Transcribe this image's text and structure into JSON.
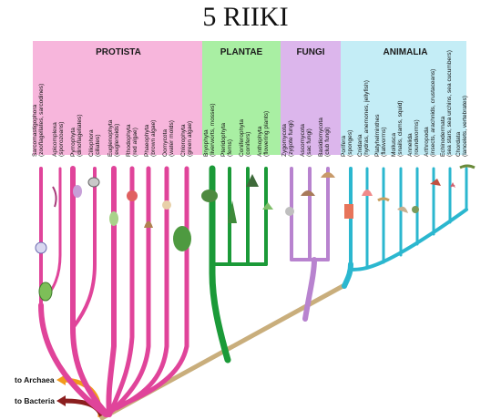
{
  "title": "5 RIIKI",
  "kingdoms": [
    {
      "name": "PROTISTA",
      "color": "#f7b6dc",
      "branch": "#e0449a"
    },
    {
      "name": "PLANTAE",
      "color": "#a9efa3",
      "branch": "#1b9a38"
    },
    {
      "name": "FUNGI",
      "color": "#dcb6ec",
      "branch": "#b883cf"
    },
    {
      "name": "ANIMALIA",
      "color": "#c4edf6",
      "branch": "#2bb7cf"
    }
  ],
  "phyla": {
    "protista": [
      {
        "name": "Sarcomastigophora",
        "sub": "(zooflagellates, sarcodines)"
      },
      {
        "name": "Apicomplexa",
        "sub": "(sporozoans)"
      },
      {
        "name": "Pyrrophyta",
        "sub": "(dinoflagellates)"
      },
      {
        "name": "Ciliophora",
        "sub": "(ciliates)"
      },
      {
        "name": "Euglenophyta",
        "sub": "(euglenoids)"
      },
      {
        "name": "Rhodophyta",
        "sub": "(red algae)"
      },
      {
        "name": "Phaeophyta",
        "sub": "(brown algae)"
      },
      {
        "name": "Oomycota",
        "sub": "(water molds)"
      },
      {
        "name": "Chlorophyta",
        "sub": "(green algae)"
      }
    ],
    "plantae": [
      {
        "name": "Bryophyta",
        "sub": "(liverworts, mosses)"
      },
      {
        "name": "Pteridophyta",
        "sub": "(ferns)"
      },
      {
        "name": "Coniferophyta",
        "sub": "(conifers)"
      },
      {
        "name": "Anthophyta",
        "sub": "(flowering plants)"
      }
    ],
    "fungi": [
      {
        "name": "Zygomycota",
        "sub": "(zygote fungi)"
      },
      {
        "name": "Ascomycota",
        "sub": "(sac fungi)"
      },
      {
        "name": "Basidiomycota",
        "sub": "(club fungi)"
      }
    ],
    "animalia": [
      {
        "name": "Porifera",
        "sub": "(sponges)"
      },
      {
        "name": "Cnidaria",
        "sub": "(hydras, anemones, jellyfish)"
      },
      {
        "name": "Platyhelminthes",
        "sub": "(flatworms)"
      },
      {
        "name": "Mollusca",
        "sub": "(snails, clams, squid)"
      },
      {
        "name": "Annelida",
        "sub": "(roundworms)"
      },
      {
        "name": "Arthropoda",
        "sub": "(insects, arachnids, crustaceans)"
      },
      {
        "name": "Echinodermata",
        "sub": "(sea stars, sea urchins, sea cucumbers)"
      },
      {
        "name": "Chordata",
        "sub": "(lancelets, vertebrates)"
      }
    ]
  },
  "outgroups": [
    {
      "label": "to Archaea",
      "color": "#f29a1c"
    },
    {
      "label": "to Bacteria",
      "color": "#8b1e1e"
    }
  ],
  "trunk_color": "#c9ae7c"
}
